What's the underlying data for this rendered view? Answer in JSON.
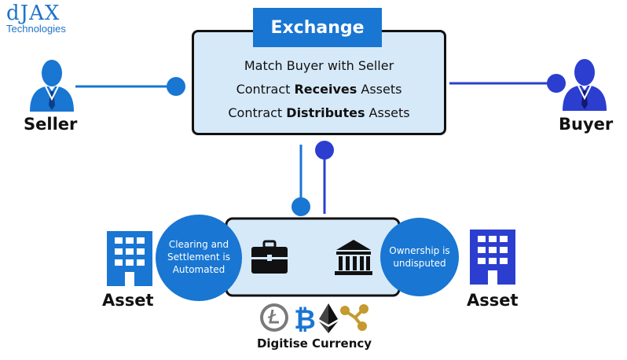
{
  "brand": {
    "name": "dJAX",
    "tagline": "Technologies"
  },
  "exchange": {
    "title": "Exchange",
    "line1": "Match Buyer with Seller",
    "line2_pre": "Contract ",
    "line2_bold": "Receives",
    "line2_post": " Assets",
    "line3_pre": "Contract ",
    "line3_bold": "Distributes",
    "line3_post": " Assets"
  },
  "seller": {
    "label": "Seller"
  },
  "buyer": {
    "label": "Buyer"
  },
  "asset_left": {
    "label": "Asset"
  },
  "asset_right": {
    "label": "Asset"
  },
  "clearing": {
    "line1": "Clearing and",
    "line2": "Settlement is",
    "line3": "Automated"
  },
  "ownership": {
    "line1": "Ownership is",
    "line2": "undisputed"
  },
  "currency": {
    "label": "Digitise Currency",
    "icons": [
      "litecoin-icon",
      "bitcoin-icon",
      "ethereum-icon",
      "ripple-icon"
    ]
  },
  "colors": {
    "blue_primary": "#1976d2",
    "blue_dark": "#2c3ed0",
    "box_fill": "#d6e9f8",
    "gold": "#c59a2e"
  }
}
